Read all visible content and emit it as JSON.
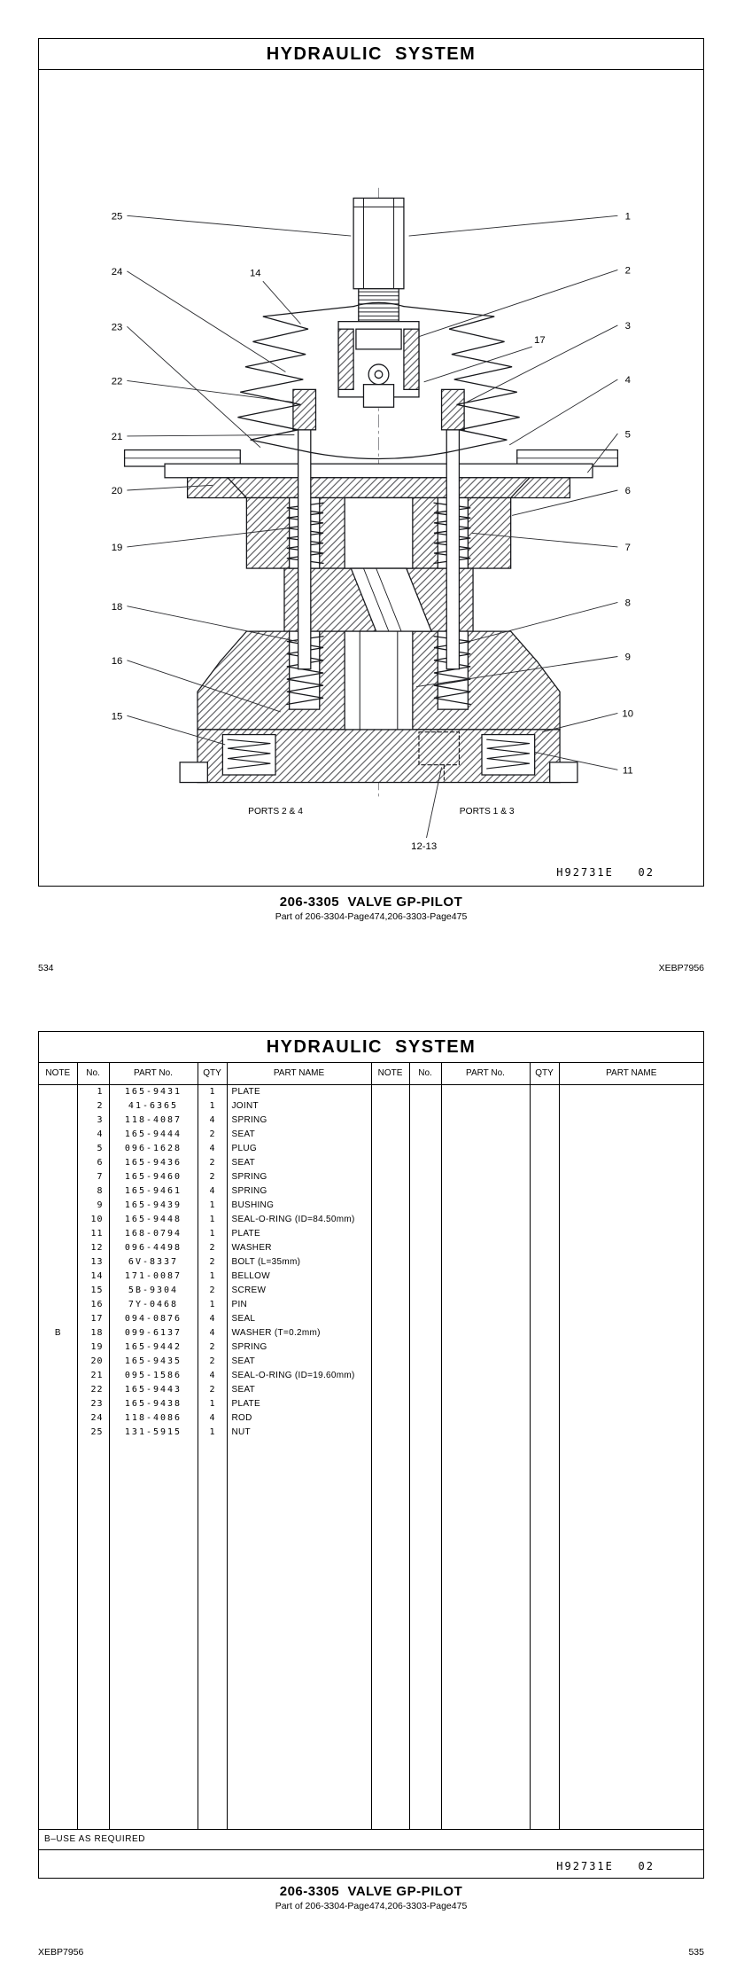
{
  "page1": {
    "title": "HYDRAULIC  SYSTEM",
    "plate_code": "H92731E   02",
    "caption": {
      "title": "206-3305  VALVE GP-PILOT",
      "subtitle": "Part of 206-3304-Page474,206-3303-Page475"
    },
    "footer": {
      "page_number": "534",
      "doc_code": "XEBP7956"
    },
    "diagram": {
      "callouts": {
        "n1": "1",
        "n2": "2",
        "n3": "3",
        "n4": "4",
        "n5": "5",
        "n6": "6",
        "n7": "7",
        "n8": "8",
        "n9": "9",
        "n10": "10",
        "n11": "11",
        "n12_13": "12-13",
        "n14": "14",
        "n15": "15",
        "n16": "16",
        "n17": "17",
        "n18": "18",
        "n19": "19",
        "n20": "20",
        "n21": "21",
        "n22": "22",
        "n23": "23",
        "n24": "24",
        "n25": "25"
      },
      "labels": {
        "ports_left": "PORTS 2 & 4",
        "ports_right": "PORTS 1 & 3"
      }
    }
  },
  "page2": {
    "title": "HYDRAULIC  SYSTEM",
    "plate_code": "H92731E   02",
    "caption": {
      "title": "206-3305  VALVE GP-PILOT",
      "subtitle": "Part of 206-3304-Page474,206-3303-Page475"
    },
    "footer": {
      "doc_code": "XEBP7956",
      "page_number": "535"
    },
    "footnote": "B–USE AS REQUIRED",
    "table": {
      "headers": [
        "NOTE",
        "No.",
        "PART No.",
        "QTY",
        "PART NAME"
      ],
      "rows": [
        {
          "note": "",
          "no": "1",
          "part": "165-9431",
          "qty": "1",
          "name": "PLATE"
        },
        {
          "note": "",
          "no": "2",
          "part": "41-6365",
          "qty": "1",
          "name": "JOINT"
        },
        {
          "note": "",
          "no": "3",
          "part": "118-4087",
          "qty": "4",
          "name": "SPRING"
        },
        {
          "note": "",
          "no": "4",
          "part": "165-9444",
          "qty": "2",
          "name": "SEAT"
        },
        {
          "note": "",
          "no": "5",
          "part": "096-1628",
          "qty": "4",
          "name": "PLUG"
        },
        {
          "note": "",
          "no": "6",
          "part": "165-9436",
          "qty": "2",
          "name": "SEAT"
        },
        {
          "note": "",
          "no": "7",
          "part": "165-9460",
          "qty": "2",
          "name": "SPRING"
        },
        {
          "note": "",
          "no": "8",
          "part": "165-9461",
          "qty": "4",
          "name": "SPRING"
        },
        {
          "note": "",
          "no": "9",
          "part": "165-9439",
          "qty": "1",
          "name": "BUSHING"
        },
        {
          "note": "",
          "no": "10",
          "part": "165-9448",
          "qty": "1",
          "name": "SEAL-O-RING (ID=84.50mm)"
        },
        {
          "note": "",
          "no": "11",
          "part": "168-0794",
          "qty": "1",
          "name": "PLATE"
        },
        {
          "note": "",
          "no": "12",
          "part": "096-4498",
          "qty": "2",
          "name": "WASHER"
        },
        {
          "note": "",
          "no": "13",
          "part": "6V-8337",
          "qty": "2",
          "name": "BOLT (L=35mm)"
        },
        {
          "note": "",
          "no": "14",
          "part": "171-0087",
          "qty": "1",
          "name": "BELLOW"
        },
        {
          "note": "",
          "no": "15",
          "part": "5B-9304",
          "qty": "2",
          "name": "SCREW"
        },
        {
          "note": "",
          "no": "16",
          "part": "7Y-0468",
          "qty": "1",
          "name": "PIN"
        },
        {
          "note": "",
          "no": "17",
          "part": "094-0876",
          "qty": "4",
          "name": "SEAL"
        },
        {
          "note": "B",
          "no": "18",
          "part": "099-6137",
          "qty": "4",
          "name": "WASHER (T=0.2mm)"
        },
        {
          "note": "",
          "no": "19",
          "part": "165-9442",
          "qty": "2",
          "name": "SPRING"
        },
        {
          "note": "",
          "no": "20",
          "part": "165-9435",
          "qty": "2",
          "name": "SEAT"
        },
        {
          "note": "",
          "no": "21",
          "part": "095-1586",
          "qty": "4",
          "name": "SEAL-O-RING (ID=19.60mm)"
        },
        {
          "note": "",
          "no": "22",
          "part": "165-9443",
          "qty": "2",
          "name": "SEAT"
        },
        {
          "note": "",
          "no": "23",
          "part": "165-9438",
          "qty": "1",
          "name": "PLATE"
        },
        {
          "note": "",
          "no": "24",
          "part": "118-4086",
          "qty": "4",
          "name": "ROD"
        },
        {
          "note": "",
          "no": "25",
          "part": "131-5915",
          "qty": "1",
          "name": "NUT"
        }
      ]
    }
  }
}
